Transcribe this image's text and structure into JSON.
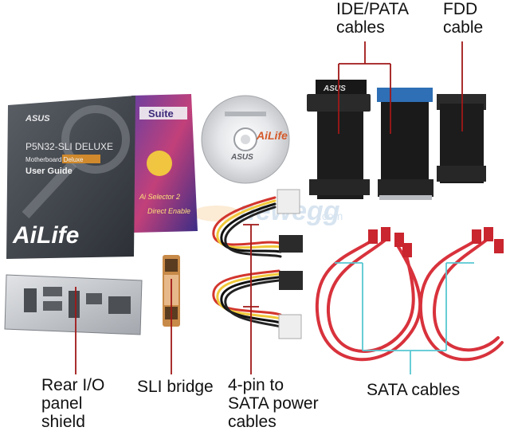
{
  "labels": {
    "ide": [
      "IDE/PATA",
      "cables"
    ],
    "fdd": [
      "FDD",
      "cable"
    ],
    "rear_io": [
      "Rear I/O",
      "panel",
      "shield"
    ],
    "sli": "SLI bridge",
    "power": [
      "4-pin to",
      "SATA power",
      "cables"
    ],
    "sata": "SATA cables"
  },
  "product_marks": {
    "box_title": "P5N32-SLI DELUXE",
    "box_subtitle_1": "Motherboard Deluxe",
    "box_subtitle_2": "User Guide",
    "box_logo": "AiLife",
    "box_brand": "ASUS",
    "suite": "Suite",
    "disc_brand": "ASUS",
    "disc_logo": "AiLife",
    "watermark": "newegg",
    "watermark_tld": ".com",
    "cable_brand": "ASUS"
  },
  "colors": {
    "leader_red": "#a01818",
    "leader_cyan": "#58c8d2",
    "sata_red": "#d8323c",
    "cable_black": "#1c1c1c"
  }
}
